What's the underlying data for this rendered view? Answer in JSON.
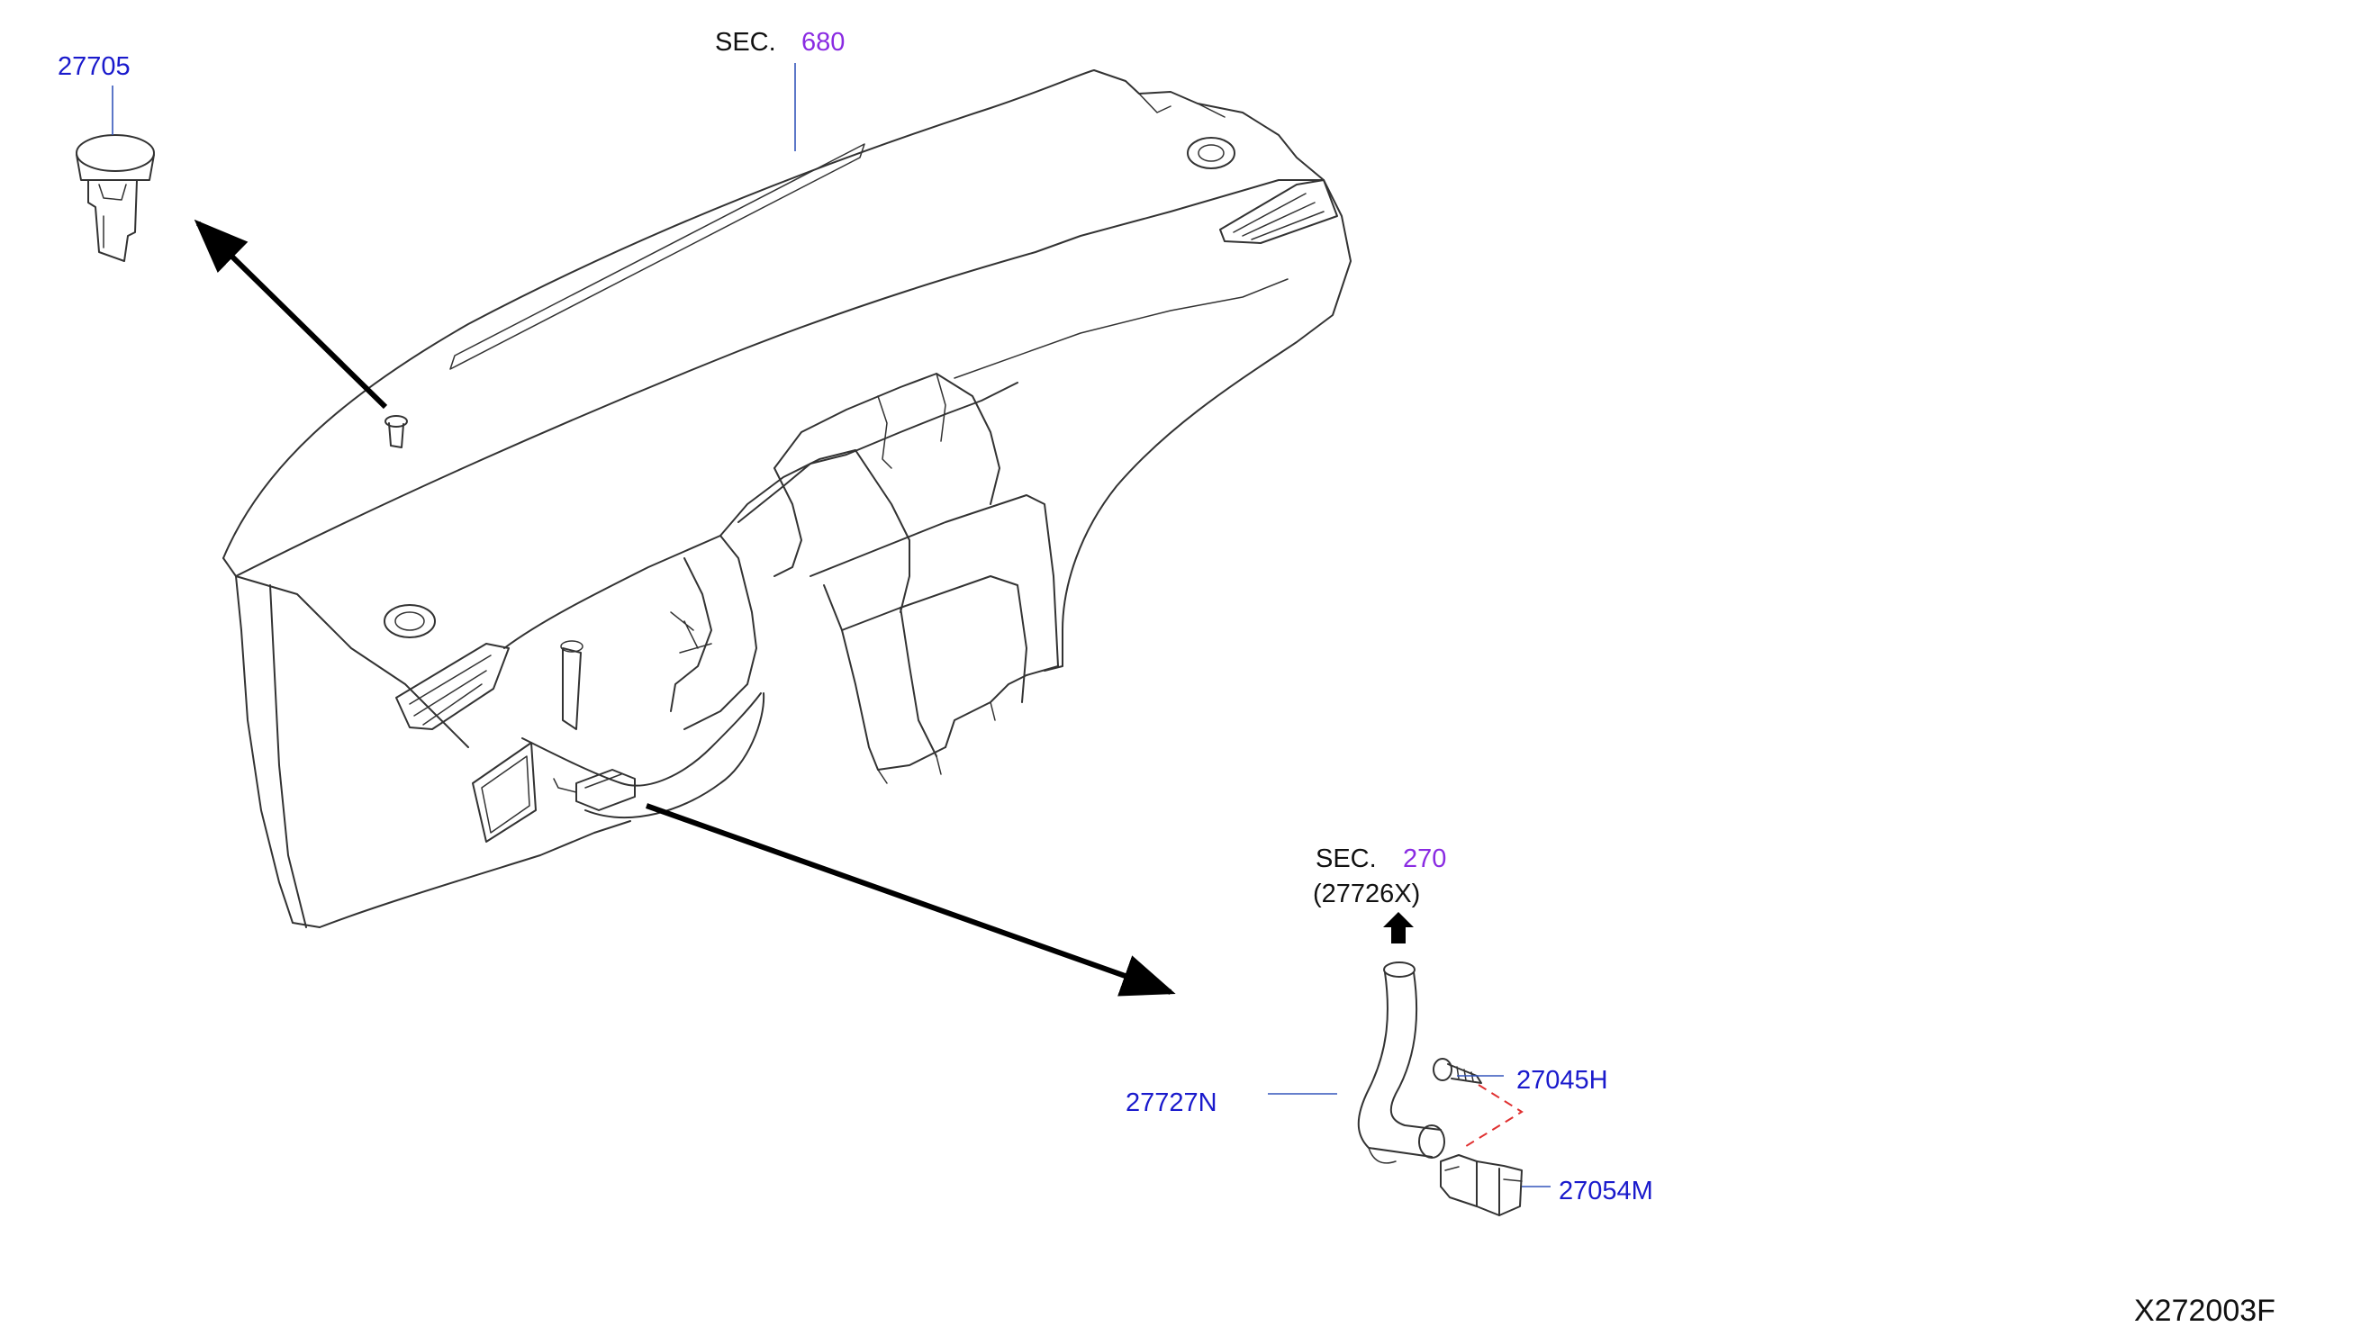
{
  "diagram": {
    "section_top": {
      "prefix": "SEC.",
      "number": "680"
    },
    "section_bottom": {
      "prefix": "SEC.",
      "number": "270",
      "sub_part": "(27726X)"
    },
    "parts": {
      "clip": "27705",
      "hose": "27727N",
      "screw": "27045H",
      "sensor": "27054M"
    },
    "drawing_code": "X272003F"
  },
  "colors": {
    "part_number": "#1a1acc",
    "section_number": "#8a2be2",
    "dashed_line": "#e03030",
    "arrow": "#000000"
  }
}
